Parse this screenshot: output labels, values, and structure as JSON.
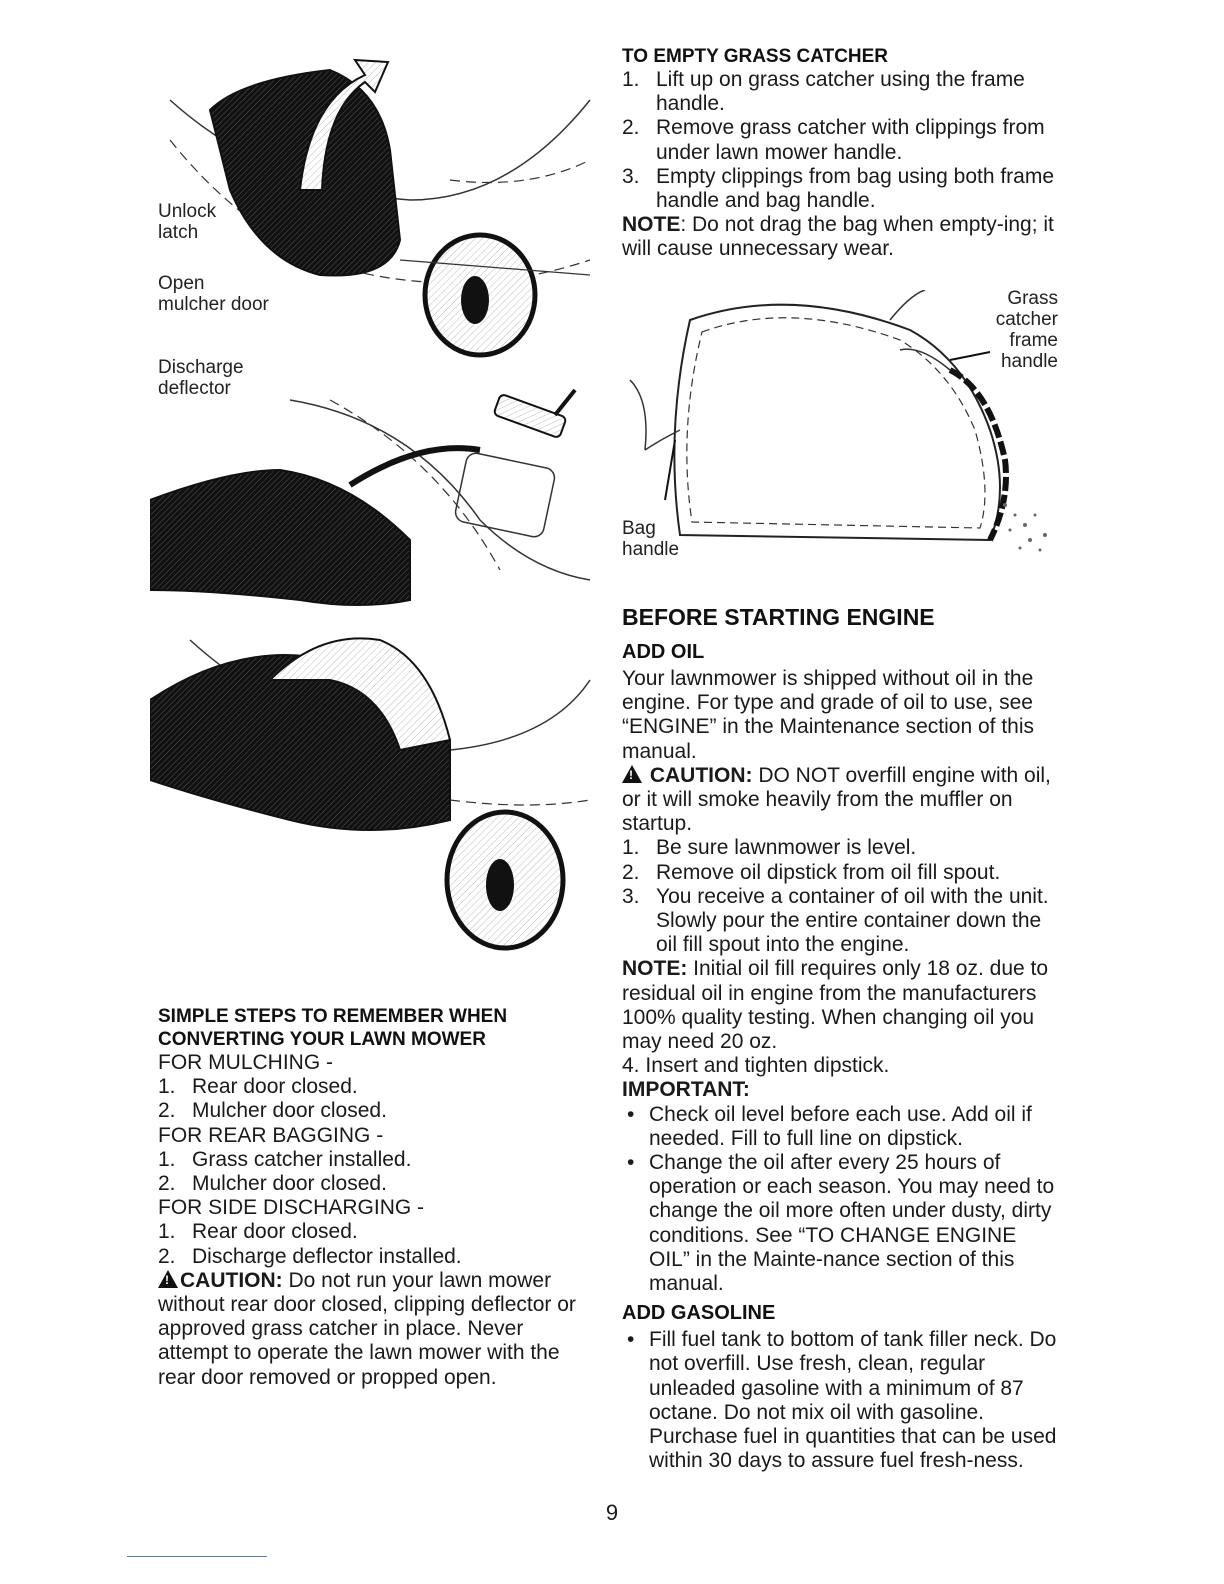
{
  "figure1": {
    "labels": {
      "unlock_latch": "Unlock\nlatch",
      "open_mulcher_door": "Open\nmulcher door",
      "discharge_deflector": "Discharge\ndeflector"
    }
  },
  "figure_bag": {
    "labels": {
      "grass_catcher_frame_handle": "Grass\ncatcher\nframe\nhandle",
      "bag_handle": "Bag\nhandle"
    }
  },
  "left_text": {
    "heading_line1": "SIMPLE STEPS TO REMEMBER WHEN",
    "heading_line2": "CONVERTING YOUR LAWN MOWER",
    "mulching_label": "FOR MULCHING -",
    "mulching_steps": [
      {
        "num": "1.",
        "text": "Rear door closed."
      },
      {
        "num": "2.",
        "text": "Mulcher door closed."
      }
    ],
    "rear_bagging_label": "FOR REAR BAGGING -",
    "rear_bagging_steps": [
      {
        "num": "1.",
        "text": "Grass catcher installed."
      },
      {
        "num": "2.",
        "text": "Mulcher door closed."
      }
    ],
    "side_discharging_label": "FOR SIDE DISCHARGING -",
    "side_discharging_steps": [
      {
        "num": "1.",
        "text": "Rear door closed."
      },
      {
        "num": "2.",
        "text": "Discharge deflector installed."
      }
    ],
    "caution_lead": "CAUTION:",
    "caution_text": " Do not run your lawn mower without rear door closed, clipping deflector or approved grass catcher in place. Never attempt to operate the lawn mower with the rear door removed or propped open."
  },
  "empty_catcher": {
    "heading": "TO EMPTY GRASS CATCHER",
    "steps": [
      {
        "num": "1.",
        "text": "Lift up on grass catcher using the frame handle."
      },
      {
        "num": "2.",
        "text": "Remove grass catcher with clippings from under lawn mower handle."
      },
      {
        "num": "3.",
        "text": "Empty clippings from bag using both frame handle and bag handle."
      }
    ],
    "note_lead": "NOTE",
    "note_text": ":  Do not drag the bag when empty-ing;  it will cause unnecessary wear."
  },
  "before_starting": {
    "heading": "BEFORE STARTING ENGINE",
    "add_oil_heading": "ADD OIL",
    "intro": "Your lawnmower is shipped without oil in the engine. For type and grade of oil to use, see “ENGINE” in the Maintenance section of this manual.",
    "caution_lead": "CAUTION:",
    "caution_text": " DO NOT overfill engine with oil, or it will smoke heavily from the muffler on startup.",
    "oil_steps": [
      {
        "num": "1.",
        "text": "Be sure lawnmower is level."
      },
      {
        "num": "2.",
        "text": "Remove oil dipstick from oil fill spout."
      },
      {
        "num": "3.",
        "text": "You receive a container of oil with the unit.  Slowly pour the entire container down the oil fill spout into the engine."
      }
    ],
    "note_lead": "NOTE:",
    "note_text": " Initial oil fill requires only 18 oz. due to residual oil in engine from the manufacturers 100% quality testing. When changing oil you may need 20 oz.",
    "step4_num": "4.",
    "step4_text": "Insert and tighten dipstick.",
    "important_label": "IMPORTANT:",
    "important_bullets": [
      "Check oil level before each use.  Add oil if needed.  Fill to full line on dipstick.",
      "Change the oil after every 25 hours of operation or each season.  You may need to change the oil more often under dusty, dirty conditions.  See “TO CHANGE ENGINE OIL” in the Mainte-nance section of this manual."
    ],
    "add_gasoline_heading": "ADD GASOLINE",
    "gasoline_bullets": [
      "Fill fuel tank to bottom of tank filler neck. Do not overfill.  Use fresh, clean, regular unleaded gasoline with a minimum of 87 octane.  Do not mix oil with gasoline. Purchase fuel in quantities that can be used within 30 days to assure fuel fresh-ness."
    ]
  },
  "page_number": "9"
}
